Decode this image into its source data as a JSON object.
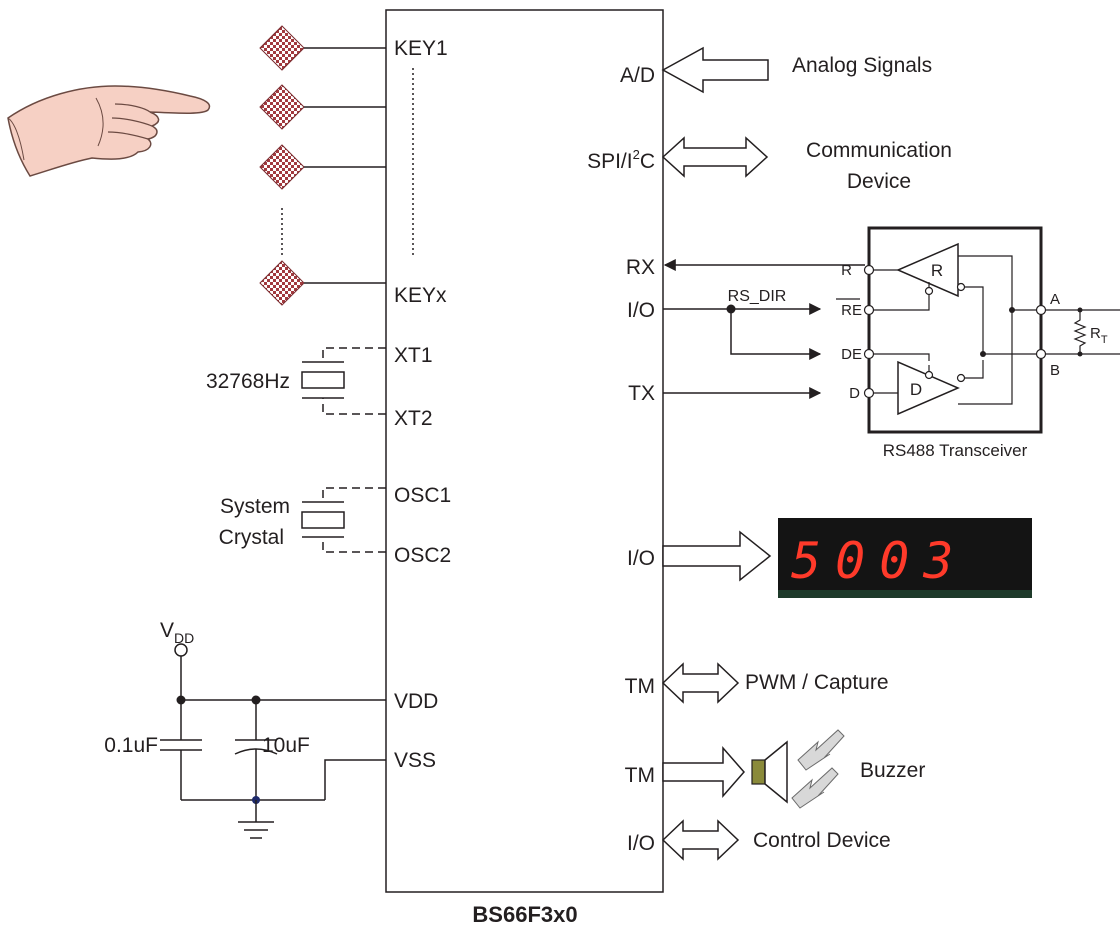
{
  "chip": {
    "name": "BS66F3x0",
    "left_pins": {
      "key1": "KEY1",
      "keyx": "KEYx",
      "xt1": "XT1",
      "xt2": "XT2",
      "osc1": "OSC1",
      "osc2": "OSC2",
      "vdd": "VDD",
      "vss": "VSS"
    },
    "right_pins": {
      "ad": "A/D",
      "spi_i2c_main": "SPI/I",
      "spi_i2c_sup": "2",
      "spi_i2c_tail": "C",
      "rx": "RX",
      "io1": "I/O",
      "tx": "TX",
      "io2": "I/O",
      "tm1": "TM",
      "tm2": "TM",
      "io3": "I/O"
    }
  },
  "left_side": {
    "crystal_freq": "32768Hz",
    "system_crystal_line1": "System",
    "system_crystal_line2": "Crystal",
    "vdd_label_main": "V",
    "vdd_label_sub": "DD",
    "cap1": "0.1uF",
    "cap2": "10uF"
  },
  "right_side": {
    "analog": "Analog Signals",
    "comm_line1": "Communication",
    "comm_line2": "Device",
    "rs_dir": "RS_DIR",
    "transceiver": {
      "title": "RS488 Transceiver",
      "pin_r": "R",
      "pin_re": "RE",
      "pin_de": "DE",
      "pin_d": "D",
      "recv": "R",
      "drv": "D",
      "a": "A",
      "b": "B",
      "rt_main": "R",
      "rt_sub": "T"
    },
    "display_digits": "5003",
    "pwm": "PWM / Capture",
    "buzzer": "Buzzer",
    "control": "Control Device"
  },
  "colors": {
    "line": "#231f20",
    "key_pad": "#a23a3f",
    "display_bg": "#141414",
    "segment": "#ff3a2a",
    "crystal_fill": "#ffffff",
    "speaker": "#8a8a3a"
  }
}
